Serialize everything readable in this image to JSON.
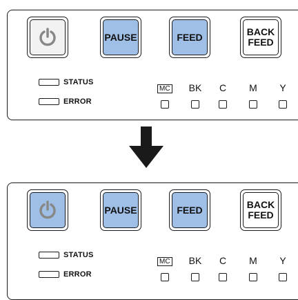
{
  "panels": [
    {
      "power_button_state": "off",
      "buttons": {
        "pause": "PAUSE",
        "feed": "FEED",
        "back_feed": "BACK\nFEED"
      },
      "leds": {
        "status": "STATUS",
        "error": "ERROR"
      },
      "indicators": {
        "mc": "MC",
        "bk": "BK",
        "c": "C",
        "m": "M",
        "y": "Y"
      }
    },
    {
      "power_button_state": "lit",
      "buttons": {
        "pause": "PAUSE",
        "feed": "FEED",
        "back_feed": "BACK\nFEED"
      },
      "leds": {
        "status": "STATUS",
        "error": "ERROR"
      },
      "indicators": {
        "mc": "MC",
        "bk": "BK",
        "c": "C",
        "m": "M",
        "y": "Y"
      }
    }
  ],
  "colors": {
    "button_blue": "#9fbfe6",
    "outline": "#1a1a1a",
    "power_icon": "#888888"
  },
  "icons": {
    "power": "power-icon",
    "arrow": "arrow-down-icon"
  }
}
